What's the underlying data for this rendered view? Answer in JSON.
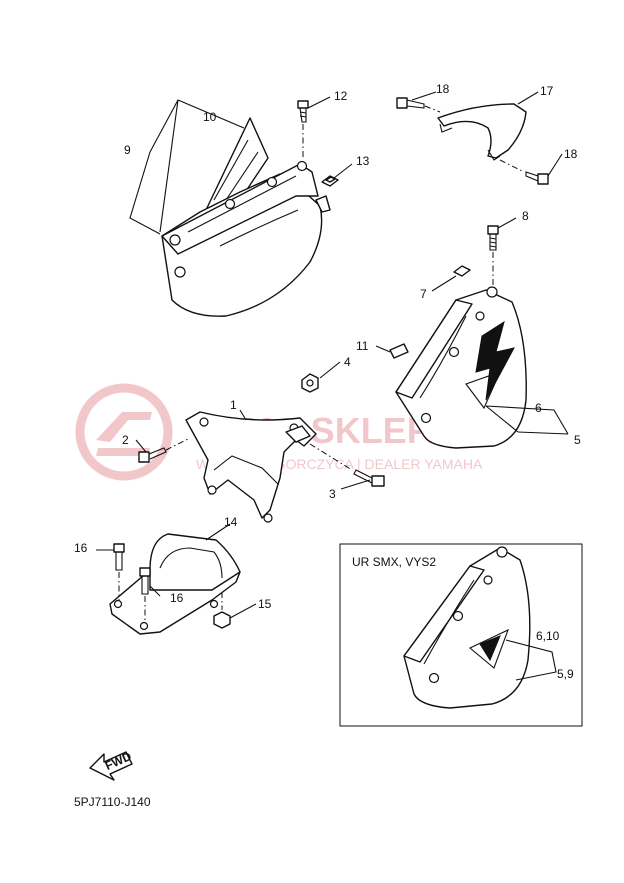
{
  "callouts": {
    "n1": "1",
    "n2": "2",
    "n3": "3",
    "n4": "4",
    "n5": "5",
    "n6": "6",
    "n7": "7",
    "n8": "8",
    "n9": "9",
    "n10": "10",
    "n11": "11",
    "n12": "12",
    "n13": "13",
    "n14": "14",
    "n15": "15",
    "n16a": "16",
    "n16b": "16",
    "n17": "17",
    "n18a": "18",
    "n18b": "18",
    "inset_6_10": "6,10",
    "inset_5_9": "5,9"
  },
  "inset": {
    "title": "UR SMX, VYS2"
  },
  "fwd_label": "FWD",
  "diagram_code": "5PJ7110-J140",
  "watermark": {
    "title": "YAMA-SKLEP.PL",
    "subtitle": "WOJCIECH GORCZYCA | DEALER YAMAHA",
    "color": "#e89aa0"
  }
}
